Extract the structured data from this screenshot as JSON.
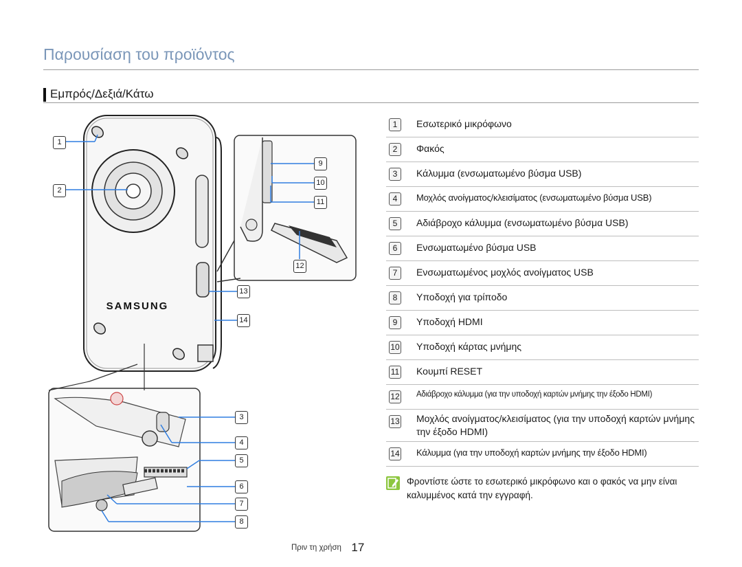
{
  "page": {
    "title": "Παρουσίαση του προϊόντος",
    "section_title": "Εμπρός/Δεξιά/Κάτω"
  },
  "figure": {
    "brand_text": "SAMSUNG",
    "callouts": [
      "1",
      "2",
      "3",
      "4",
      "5",
      "6",
      "7",
      "8",
      "9",
      "10",
      "11",
      "12",
      "13",
      "14"
    ]
  },
  "legend": [
    {
      "num": "1",
      "text": "Εσωτερικό μικρόφωνο"
    },
    {
      "num": "2",
      "text": "Φακός"
    },
    {
      "num": "3",
      "text": "Κάλυμμα (ενσωματωμένο βύσμα USB)"
    },
    {
      "num": "4",
      "text": "Μοχλός ανοίγματος/κλεισίματος (ενσωματωμένο βύσμα USB)"
    },
    {
      "num": "5",
      "text": "Αδιάβροχο κάλυμμα (ενσωματωμένο βύσμα USB)"
    },
    {
      "num": "6",
      "text": "Ενσωματωμένο βύσμα USB"
    },
    {
      "num": "7",
      "text": "Ενσωματωμένος μοχλός ανοίγματος USB"
    },
    {
      "num": "8",
      "text": "Υποδοχή για τρίποδο"
    },
    {
      "num": "9",
      "text": "Υποδοχή HDMI"
    },
    {
      "num": "10",
      "text": "Υποδοχή κάρτας μνήμης"
    },
    {
      "num": "11",
      "text": "Κουμπί RESET"
    },
    {
      "num": "12",
      "text": "Αδιάβροχο κάλυμμα (για την υποδοχή καρτών μνήμης την έξοδο HDMI)"
    },
    {
      "num": "13",
      "text": "Μοχλός ανοίγματος/κλεισίματος (για την υποδοχή καρτών μνήμης την έξοδο HDMI)"
    },
    {
      "num": "14",
      "text": "Κάλυμμα (για την υποδοχή καρτών μνήμης την έξοδο HDMI)"
    }
  ],
  "note": {
    "icon": "note-pencil-icon",
    "text": "Φροντίστε ώστε το εσωτερικό μικρόφωνο και ο φακός να μην είναι καλυμμένος κατά την εγγραφή."
  },
  "footer": {
    "label": "Πριν τη χρήση",
    "page_number": "17"
  },
  "colors": {
    "title": "#7a96b8",
    "callout_line": "#2f7de0",
    "note_icon": "#8dc63f"
  }
}
